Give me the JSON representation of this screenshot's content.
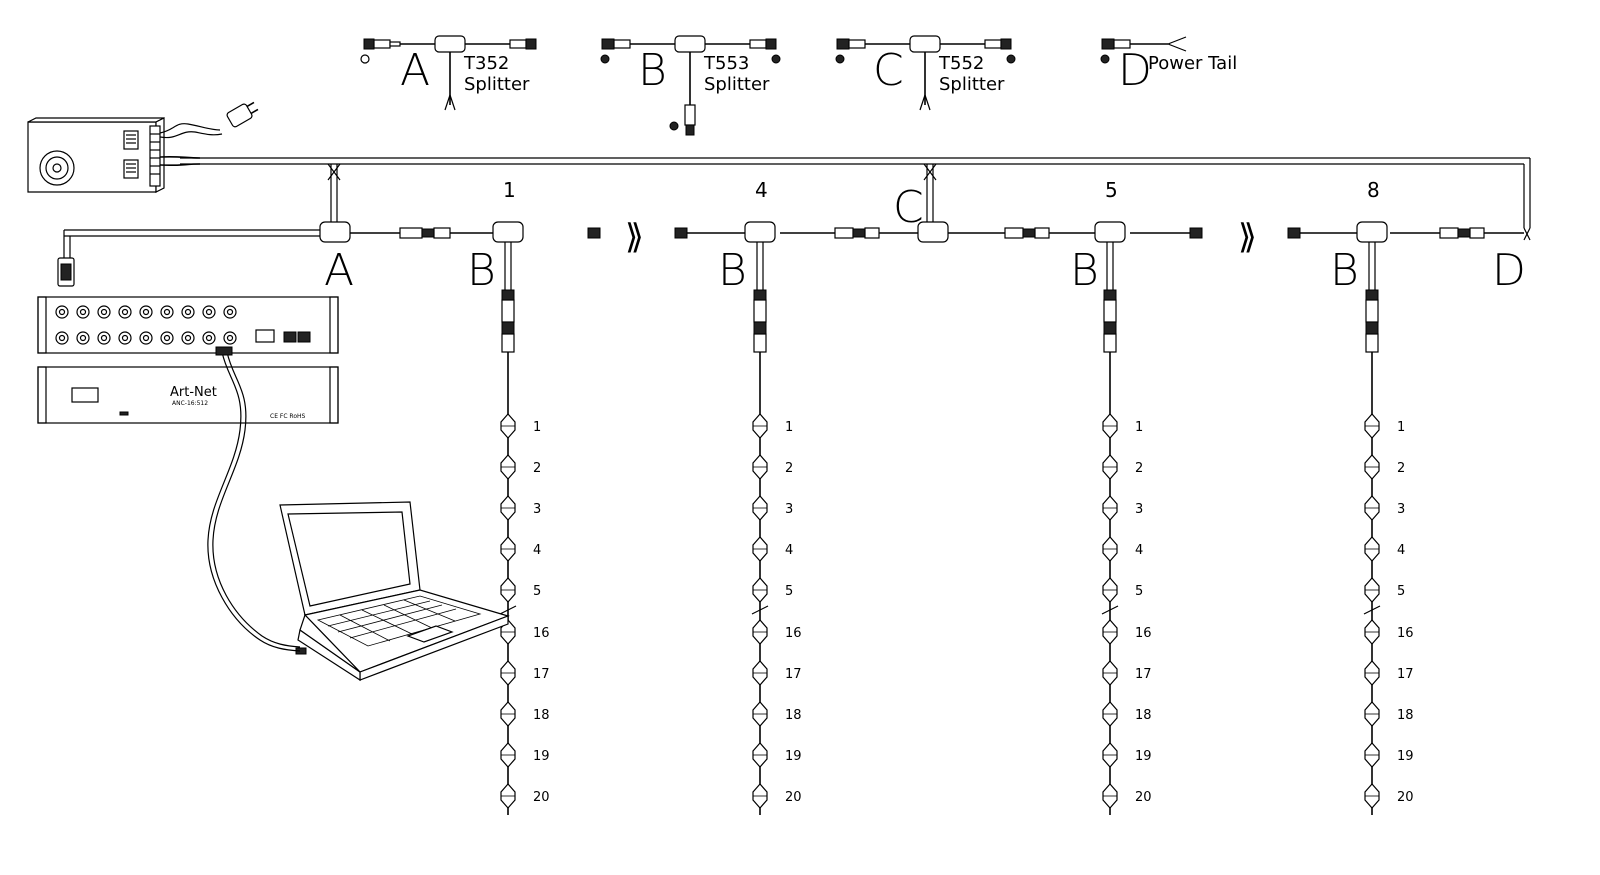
{
  "legend": [
    {
      "letter": "A",
      "model": "T352",
      "desc": "Splitter"
    },
    {
      "letter": "B",
      "model": "T553",
      "desc": "Splitter"
    },
    {
      "letter": "C",
      "model": "T552",
      "desc": "Splitter"
    },
    {
      "letter": "D",
      "model": "",
      "desc": "Power Tail"
    }
  ],
  "diagram_letters": {
    "a": "A",
    "c": "C",
    "b1": "B",
    "b4": "B",
    "b5": "B",
    "b8": "B",
    "d": "D"
  },
  "strands": [
    {
      "number": "1"
    },
    {
      "number": "4"
    },
    {
      "number": "5"
    },
    {
      "number": "8"
    }
  ],
  "pixel_numbers": [
    "1",
    "2",
    "3",
    "4",
    "5",
    "16",
    "17",
    "18",
    "19",
    "20"
  ],
  "controller": {
    "name": "Art-Net",
    "model": "ANC-16:512",
    "cert": "CE FC RoHS"
  },
  "break_symbol": "⟫",
  "colors": {
    "line": "#000000",
    "background": "#ffffff"
  }
}
